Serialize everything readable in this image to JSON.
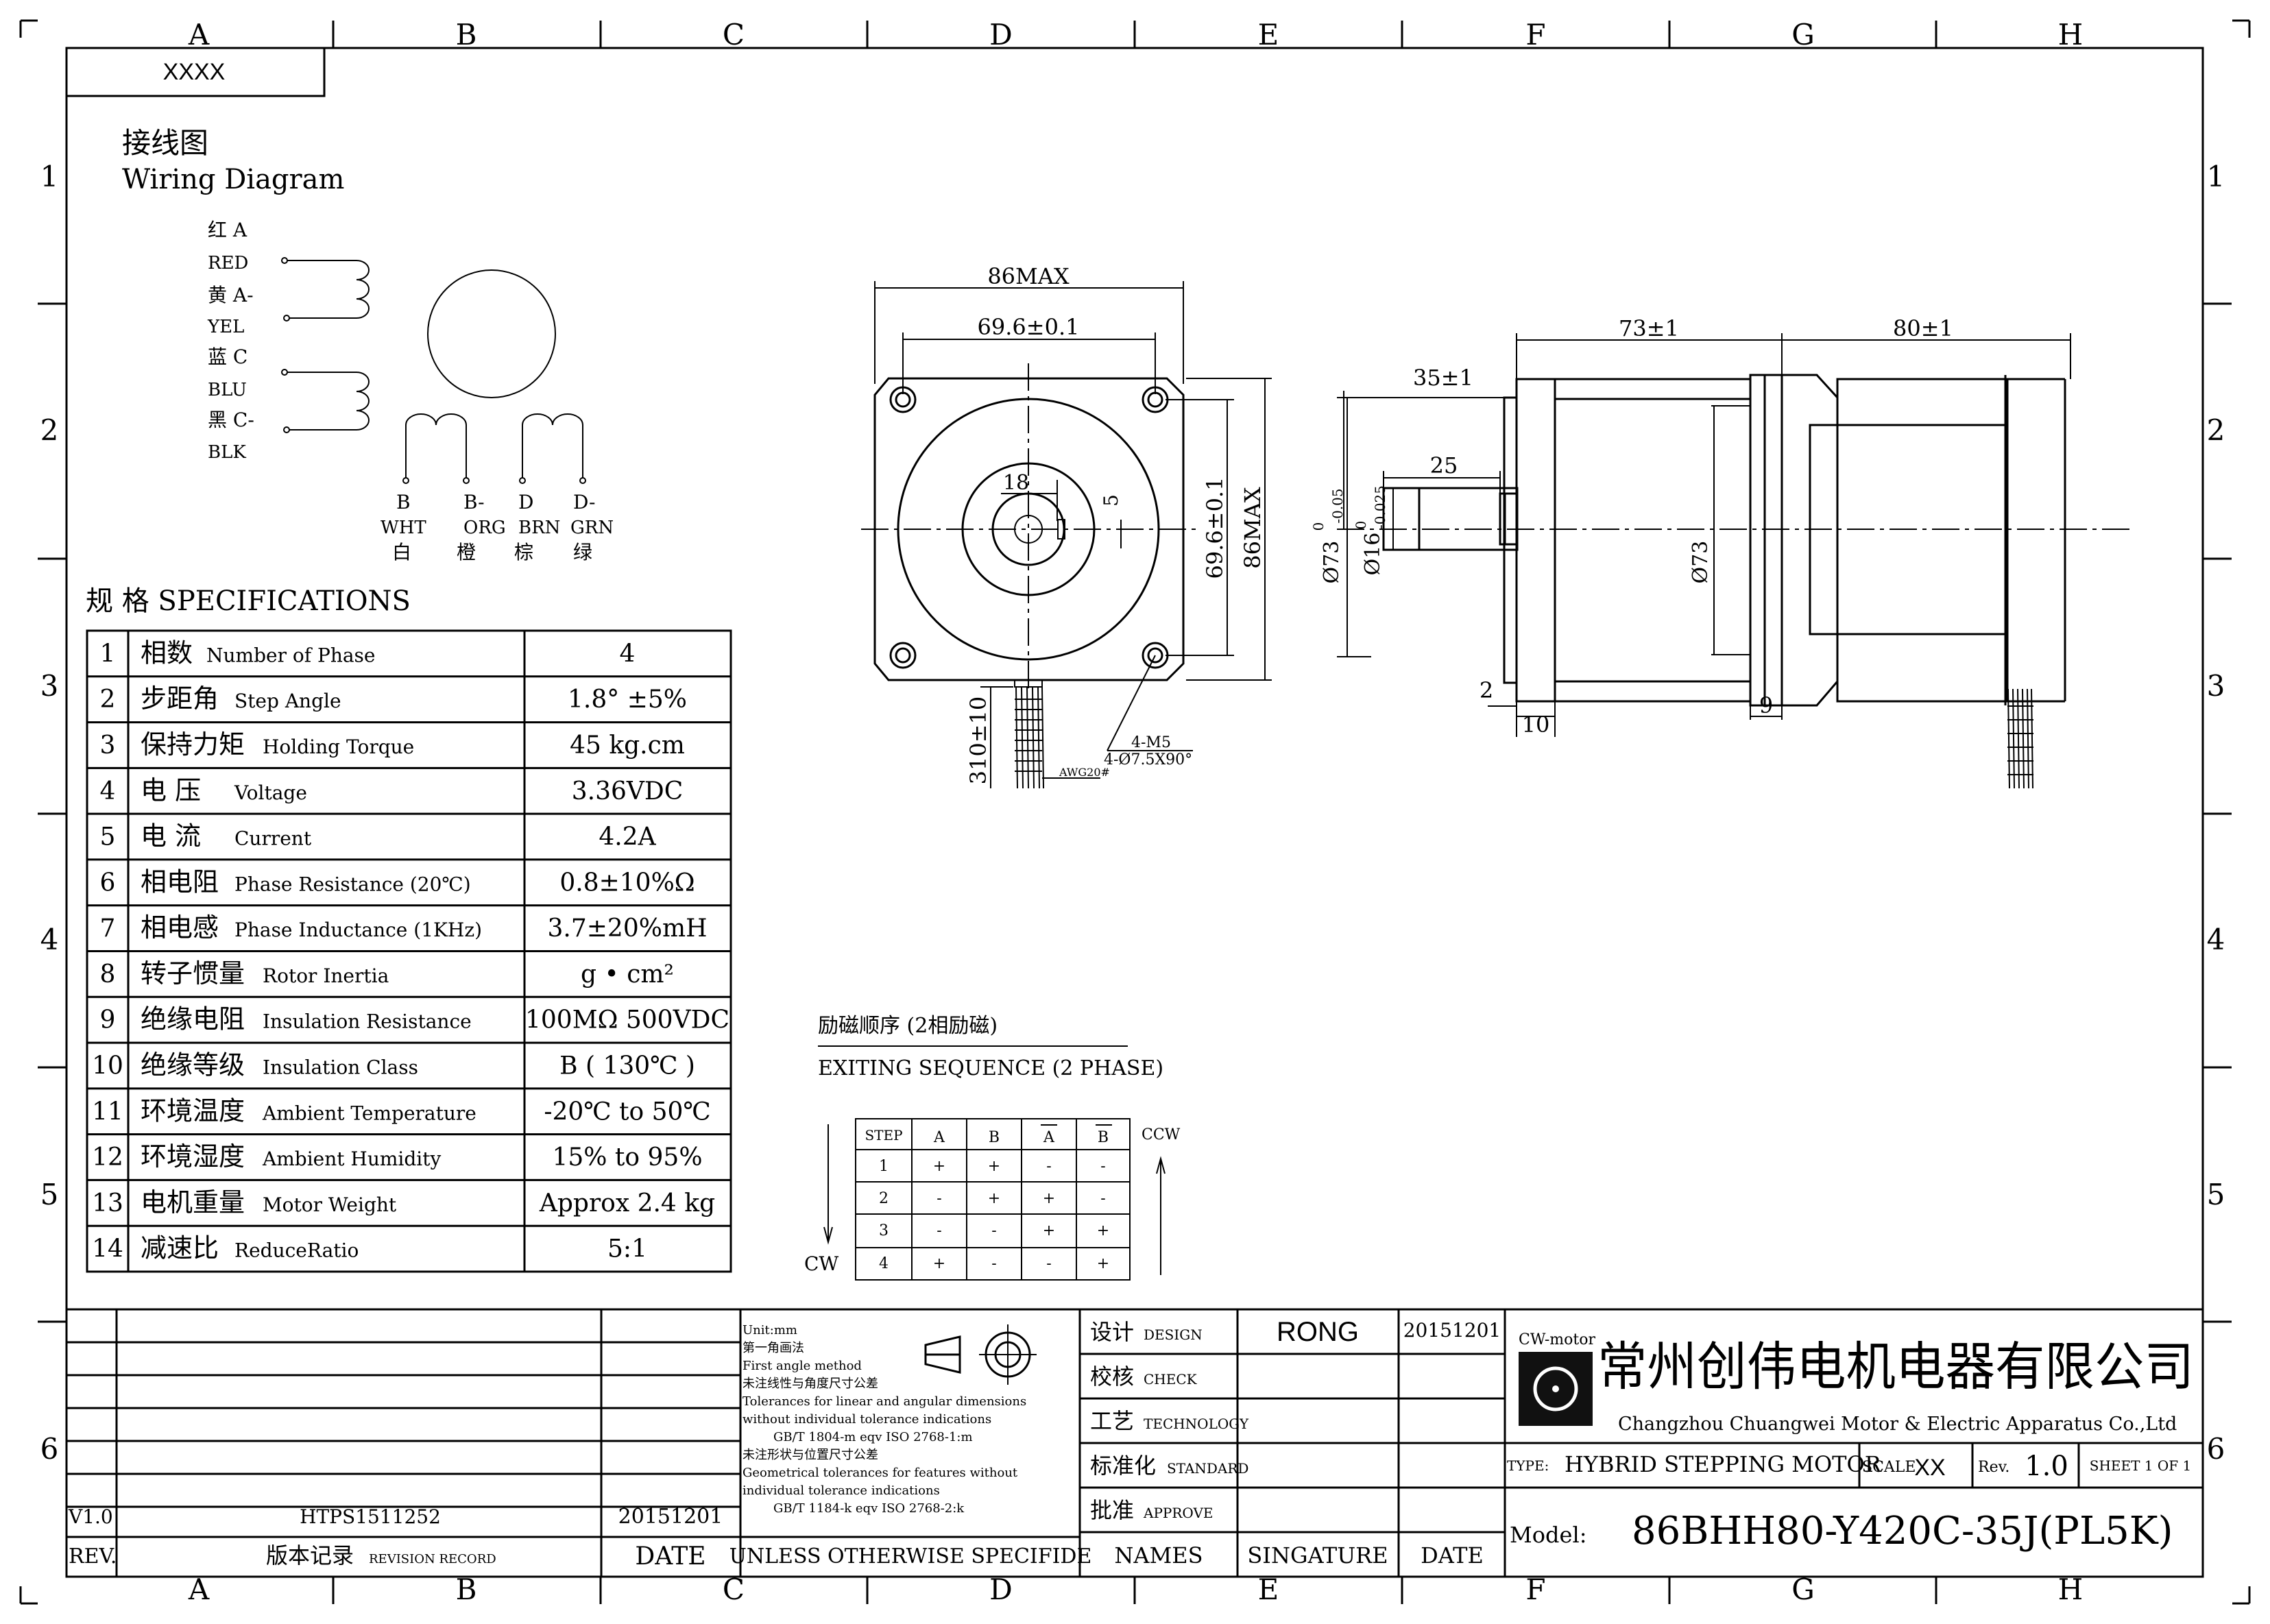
{
  "border": {
    "columns": [
      "A",
      "B",
      "C",
      "D",
      "E",
      "F",
      "G",
      "H"
    ],
    "rows": [
      "1",
      "2",
      "3",
      "4",
      "5",
      "6"
    ]
  },
  "header_box": "XXXX",
  "wiring": {
    "title_cn": "接线图",
    "title_en": "Wiring Diagram",
    "left_wires": [
      {
        "cn": "红 A",
        "en": "RED"
      },
      {
        "cn": "黄 A-",
        "en": "YEL"
      },
      {
        "cn": "蓝 C",
        "en": "BLU"
      },
      {
        "cn": "黑 C-",
        "en": "BLK"
      }
    ],
    "bottom_wires": [
      {
        "letter": "B",
        "en": "WHT",
        "cn": "白"
      },
      {
        "letter": "B-",
        "en": "ORG",
        "cn": "橙"
      },
      {
        "letter": "D",
        "en": "BRN",
        "cn": "棕"
      },
      {
        "letter": "D-",
        "en": "GRN",
        "cn": "绿"
      }
    ]
  },
  "specs": {
    "title": "规 格 SPECIFICATIONS",
    "rows": [
      {
        "no": "1",
        "cn": "相数",
        "en": "Number of Phase",
        "value": "4"
      },
      {
        "no": "2",
        "cn": "步距角",
        "en": "Step Angle",
        "value": "1.8° ±5%"
      },
      {
        "no": "3",
        "cn": "保持力矩",
        "en": "Holding Torque",
        "value": "45 kg.cm"
      },
      {
        "no": "4",
        "cn": "电 压",
        "en": "Voltage",
        "value": "3.36VDC"
      },
      {
        "no": "5",
        "cn": "电 流",
        "en": "Current",
        "value": "4.2A"
      },
      {
        "no": "6",
        "cn": "相电阻",
        "en": "Phase Resistance (20℃)",
        "value": "0.8±10%Ω"
      },
      {
        "no": "7",
        "cn": "相电感",
        "en": "Phase Inductance (1KHz)",
        "value": "3.7±20%mH"
      },
      {
        "no": "8",
        "cn": "转子惯量",
        "en": "Rotor Inertia",
        "value": "g • cm²"
      },
      {
        "no": "9",
        "cn": "绝缘电阻",
        "en": "Insulation Resistance",
        "value": "100MΩ 500VDC"
      },
      {
        "no": "10",
        "cn": "绝缘等级",
        "en": "Insulation Class",
        "value": "B ( 130℃ )"
      },
      {
        "no": "11",
        "cn": "环境温度",
        "en": "Ambient Temperature",
        "value": "-20℃ to 50℃"
      },
      {
        "no": "12",
        "cn": "环境湿度",
        "en": "Ambient Humidity",
        "value": "15% to 95%"
      },
      {
        "no": "13",
        "cn": "电机重量",
        "en": "Motor Weight",
        "value": "Approx 2.4 kg"
      },
      {
        "no": "14",
        "cn": "减速比",
        "en": "ReduceRatio",
        "value": "5:1"
      }
    ]
  },
  "front_view": {
    "dim_86max_top": "86MAX",
    "dim_69_6_top": "69.6±0.1",
    "dim_18": "18",
    "dim_5": "5",
    "dim_69_6_right": "69.6±0.1",
    "dim_86max_right": "86MAX",
    "dim_lead": "310±10",
    "awg": "AWG20#",
    "holes_1": "4-M5",
    "holes_2": "4-Ø7.5X90°"
  },
  "side_view": {
    "dim_73": "73±1",
    "dim_80": "80±1",
    "dim_35": "35±1",
    "dim_25": "25",
    "dim_d73_shaft": "Ø73",
    "tol_d73": [
      "0",
      "-0.05"
    ],
    "dim_d16": "Ø16",
    "tol_d16": [
      "0",
      "-0.025"
    ],
    "dim_d73_body": "Ø73",
    "dim_2": "2",
    "dim_10": "10",
    "dim_9": "9"
  },
  "sequence": {
    "title_cn": "励磁顺序 (2相励磁)",
    "title_en": "EXITING SEQUENCE (2 PHASE)",
    "headers": [
      "STEP",
      "A",
      "B",
      "A",
      "B"
    ],
    "rows": [
      [
        "1",
        "+",
        "+",
        "-",
        "-"
      ],
      [
        "2",
        "-",
        "+",
        "+",
        "-"
      ],
      [
        "3",
        "-",
        "-",
        "+",
        "+"
      ],
      [
        "4",
        "+",
        "-",
        "-",
        "+"
      ]
    ],
    "ccw": "CCW",
    "cw": "CW"
  },
  "title_block": {
    "revision_rows": [
      {
        "rev": "V1.0",
        "record": "HTPS1511252",
        "date": "20151201"
      }
    ],
    "rev_header": "REV.",
    "record_header_cn": "版本记录",
    "record_header_en": "REVISION RECORD",
    "date_header": "DATE",
    "notes": [
      "Unit:mm",
      "第一角画法",
      "First angle method",
      "未注线性与角度尺寸公差",
      "Tolerances for linear and angular dimensions",
      "without individual tolerance indications",
      "GB/T 1804-m eqv ISO 2768-1:m",
      "未注形状与位置尺寸公差",
      "Geometrical tolerances for features without",
      "individual tolerance indications",
      "GB/T 1184-k eqv ISO 2768-2:k"
    ],
    "unless": "UNLESS OTHERWISE SPECIFIDE",
    "approvals": [
      {
        "cn": "设计",
        "en": "DESIGN",
        "name": "RONG",
        "date": "20151201"
      },
      {
        "cn": "校核",
        "en": "CHECK",
        "name": "",
        "date": ""
      },
      {
        "cn": "工艺",
        "en": "TECHNOLOGY",
        "name": "",
        "date": ""
      },
      {
        "cn": "标准化",
        "en": "STANDARD",
        "name": "",
        "date": ""
      },
      {
        "cn": "批准",
        "en": "APPROVE",
        "name": "",
        "date": ""
      }
    ],
    "names_header": "NAMES",
    "signature_header": "SINGATURE",
    "date_header2": "DATE",
    "logo_text": "CW-motor",
    "company_cn": "常州创伟电机电器有限公司",
    "company_en": "Changzhou Chuangwei Motor & Electric Apparatus Co.,Ltd",
    "type_label": "TYPE:",
    "type_value": "HYBRID STEPPING MOTOR",
    "scale_label": "SCALE",
    "scale_value": "XX",
    "rev_label": "Rev.",
    "rev_value": "1.0",
    "sheet": "SHEET 1 OF 1",
    "model_label": "Model:",
    "model_value": "86BHH80-Y420C-35J(PL5K)"
  }
}
